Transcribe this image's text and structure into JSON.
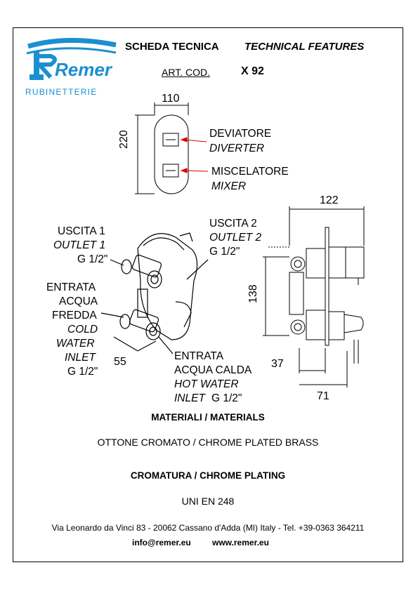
{
  "brand": {
    "logo_text": "Remer",
    "sub_text": "RUBINETTERIE",
    "color": "#1c8fd0"
  },
  "header": {
    "title_it": "SCHEDA TECNICA",
    "title_en": "TECHNICAL FEATURES",
    "art_label": "ART. COD.",
    "art_code": "X 92"
  },
  "front_view": {
    "width": "110",
    "height": "220",
    "diverter_it": "DEVIATORE",
    "diverter_en": "DIVERTER",
    "mixer_it": "MISCELATORE",
    "mixer_en": "MIXER"
  },
  "iso_view": {
    "outlet1_it": "USCITA 1",
    "outlet1_en": "OUTLET 1",
    "outlet1_size": "G 1/2\"",
    "outlet2_it": "USCITA 2",
    "outlet2_en": "OUTLET 2",
    "outlet2_size": "G 1/2\"",
    "cold_line1": "ENTRATA",
    "cold_line2": "ACQUA",
    "cold_line3": "FREDDA",
    "cold_en1": "COLD",
    "cold_en2": "WATER",
    "cold_en3": "INLET",
    "cold_size": "G 1/2\"",
    "hot_line1": "ENTRATA",
    "hot_line2": "ACQUA CALDA",
    "hot_en1": "HOT WATER",
    "hot_en2": "INLET",
    "hot_size": "G 1/2\"",
    "dim_55": "55"
  },
  "side_view": {
    "dim_122": "122",
    "dim_138": "138",
    "dim_37": "37",
    "dim_71": "71"
  },
  "materials": {
    "title": "MATERIALI / MATERIALS",
    "value": "OTTONE CROMATO / CHROME PLATED BRASS"
  },
  "plating": {
    "title": "CROMATURA / CHROME PLATING",
    "value": "UNI EN 248"
  },
  "footer": {
    "address": "Via Leonardo da Vinci 83 - 20062 Cassano d'Adda (MI) Italy - Tel. +39-0363 364211",
    "email": "info@remer.eu",
    "web": "www.remer.eu"
  }
}
